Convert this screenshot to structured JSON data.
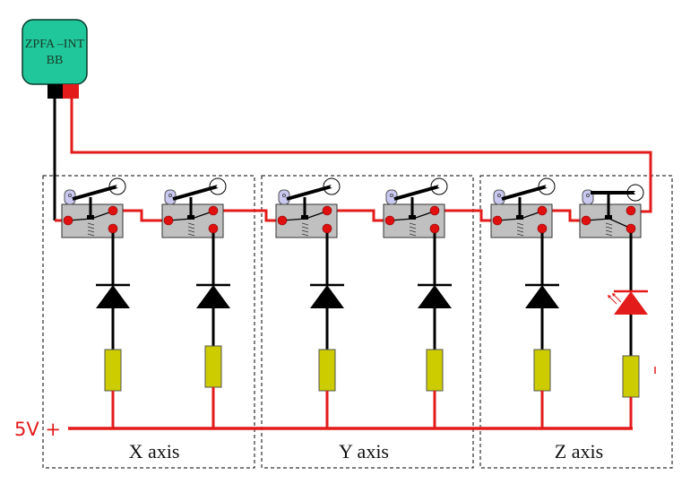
{
  "module": {
    "line1": "ZPFA –INT",
    "line2": "BB",
    "color": "#1fc79a"
  },
  "power": {
    "label": "5V +",
    "color": "#e31b1b"
  },
  "sections": [
    {
      "label": "X axis"
    },
    {
      "label": "Y axis"
    },
    {
      "label": "Z axis"
    }
  ],
  "switches": [
    {
      "name": "limit-switch-x1",
      "state": "open"
    },
    {
      "name": "limit-switch-x2",
      "state": "open"
    },
    {
      "name": "limit-switch-y1",
      "state": "open"
    },
    {
      "name": "limit-switch-y2",
      "state": "open"
    },
    {
      "name": "limit-switch-z1",
      "state": "open"
    },
    {
      "name": "limit-switch-z2",
      "state": "pressed"
    }
  ],
  "diodes": [
    {
      "type": "diode",
      "color": "#000000"
    },
    {
      "type": "diode",
      "color": "#000000"
    },
    {
      "type": "diode",
      "color": "#000000"
    },
    {
      "type": "diode",
      "color": "#000000"
    },
    {
      "type": "diode",
      "color": "#000000"
    },
    {
      "type": "led",
      "color": "#e31b1b"
    }
  ],
  "colors": {
    "wire_red": "#e31b1b",
    "wire_black": "#000000",
    "switch_body": "#c0c0c0",
    "resistor": "#cccc00",
    "terminal": "#e01010",
    "roller_pivot": "#c8c8f0"
  }
}
